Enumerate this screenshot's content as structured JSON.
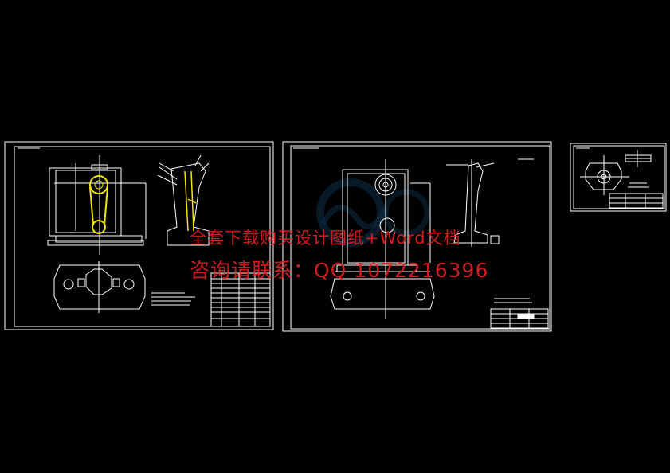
{
  "watermark": {
    "line1": "全套下载购买设计图纸+Word文档",
    "line2": "咨询请联系：QQ 1072216396"
  },
  "colors": {
    "background": "#000000",
    "line": "#ffffff",
    "highlight": "#f2e600",
    "watermark": "#e02020",
    "logo": "#1a4f7a"
  },
  "drawings": [
    {
      "id": "sheet-1",
      "description_icon": "fixture-assembly-drawing"
    },
    {
      "id": "sheet-2",
      "description_icon": "fixture-body-drawing"
    },
    {
      "id": "sheet-3",
      "description_icon": "part-drawing"
    }
  ]
}
